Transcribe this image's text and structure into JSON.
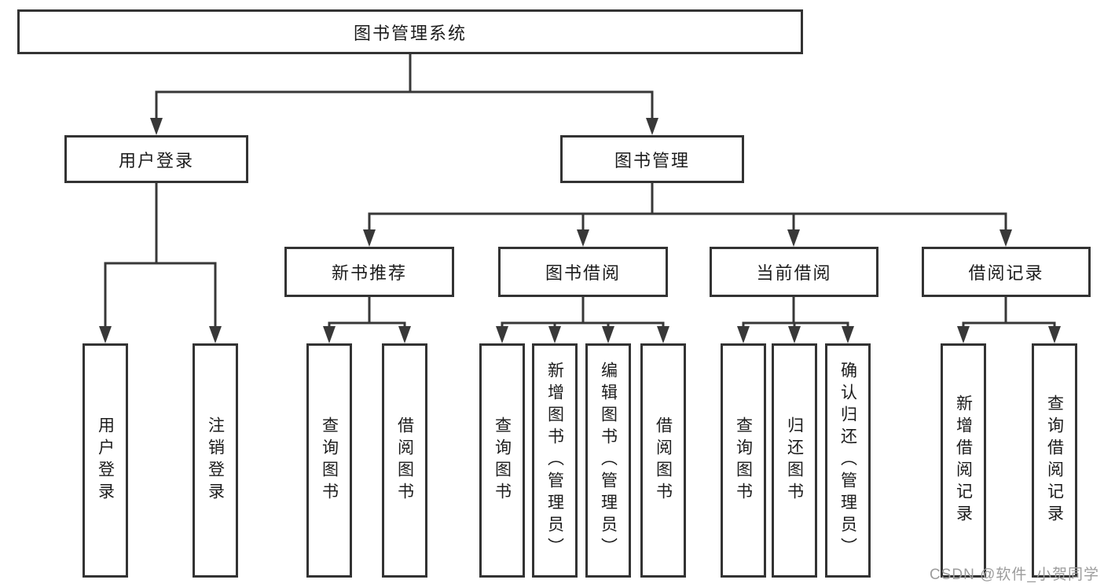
{
  "diagram": {
    "watermark": "CSDN @软件_小贺同学",
    "colors": {
      "line": "#383838",
      "box_border": "#333333",
      "text": "#1c1c1c",
      "watermark": "#9c9c9c",
      "background": "#ffffff"
    },
    "root": {
      "label": "图书管理系统"
    },
    "branches": [
      {
        "label": "用户登录",
        "children": [
          {
            "label": "用户登录"
          },
          {
            "label": "注销登录"
          }
        ]
      },
      {
        "label": "图书管理",
        "children": [
          {
            "label": "新书推荐",
            "children": [
              {
                "label": "查询图书"
              },
              {
                "label": "借阅图书"
              }
            ]
          },
          {
            "label": "图书借阅",
            "children": [
              {
                "label": "查询图书"
              },
              {
                "label": "新增图书（管理员）"
              },
              {
                "label": "编辑图书（管理员）"
              },
              {
                "label": "借阅图书"
              }
            ]
          },
          {
            "label": "当前借阅",
            "children": [
              {
                "label": "查询图书"
              },
              {
                "label": "归还图书"
              },
              {
                "label": "确认归还（管理员）"
              }
            ]
          },
          {
            "label": "借阅记录",
            "children": [
              {
                "label": "新增借阅记录"
              },
              {
                "label": "查询借阅记录"
              }
            ]
          }
        ]
      }
    ]
  }
}
